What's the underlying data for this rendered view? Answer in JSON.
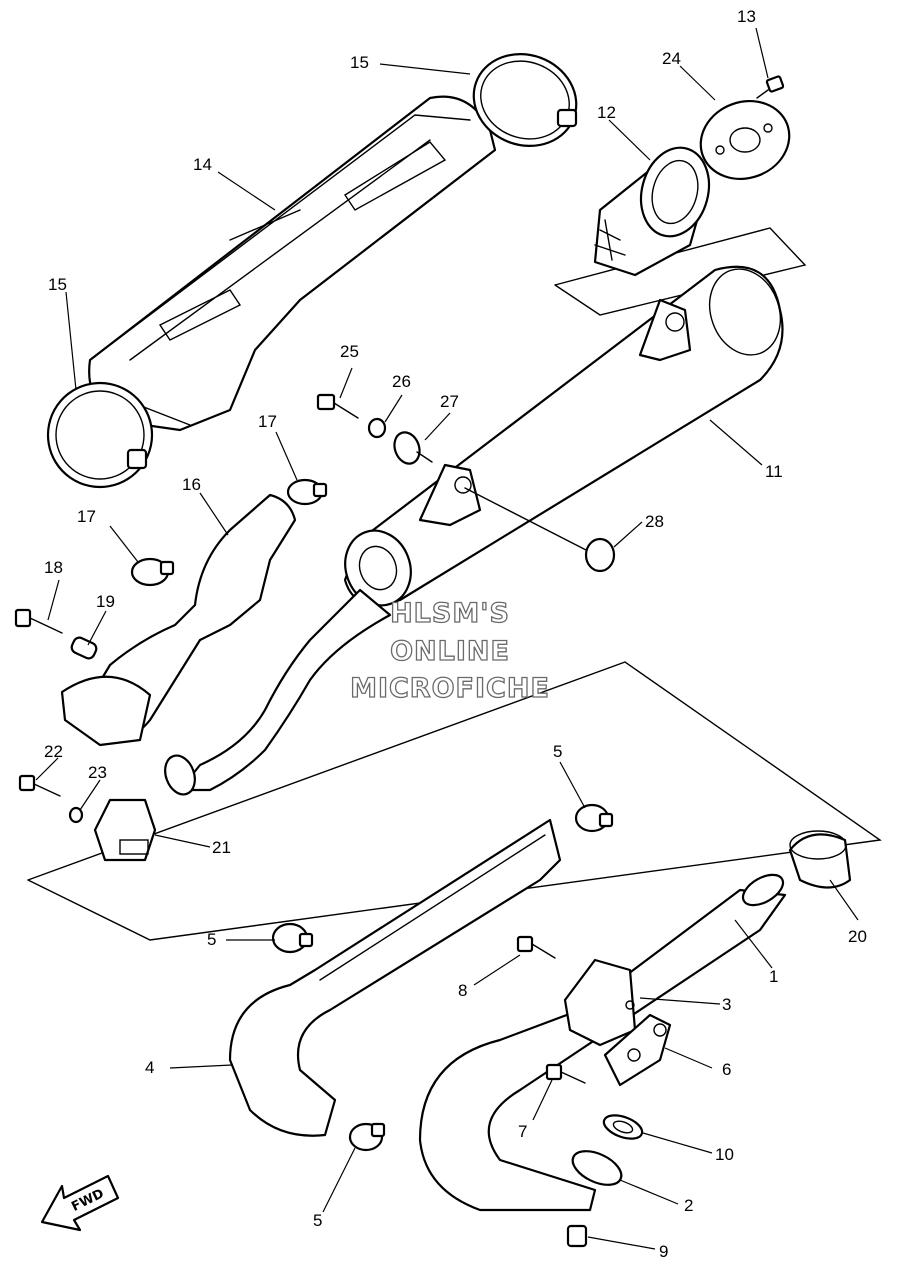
{
  "watermark": {
    "line1": "HLSM'S",
    "line2": "ONLINE",
    "line3": "MICROFICHE"
  },
  "direction_arrow": {
    "label": "FWD",
    "icon": "forward-arrow-icon"
  },
  "callouts": [
    {
      "id": "c1",
      "label": "1"
    },
    {
      "id": "c2",
      "label": "2"
    },
    {
      "id": "c3",
      "label": "3"
    },
    {
      "id": "c4",
      "label": "4"
    },
    {
      "id": "c5a",
      "label": "5"
    },
    {
      "id": "c5b",
      "label": "5"
    },
    {
      "id": "c5c",
      "label": "5"
    },
    {
      "id": "c6",
      "label": "6"
    },
    {
      "id": "c7",
      "label": "7"
    },
    {
      "id": "c8",
      "label": "8"
    },
    {
      "id": "c9",
      "label": "9"
    },
    {
      "id": "c10",
      "label": "10"
    },
    {
      "id": "c11",
      "label": "11"
    },
    {
      "id": "c12",
      "label": "12"
    },
    {
      "id": "c13",
      "label": "13"
    },
    {
      "id": "c14",
      "label": "14"
    },
    {
      "id": "c15a",
      "label": "15"
    },
    {
      "id": "c15b",
      "label": "15"
    },
    {
      "id": "c16",
      "label": "16"
    },
    {
      "id": "c17a",
      "label": "17"
    },
    {
      "id": "c17b",
      "label": "17"
    },
    {
      "id": "c18",
      "label": "18"
    },
    {
      "id": "c19",
      "label": "19"
    },
    {
      "id": "c20",
      "label": "20"
    },
    {
      "id": "c21",
      "label": "21"
    },
    {
      "id": "c22",
      "label": "22"
    },
    {
      "id": "c23",
      "label": "23"
    },
    {
      "id": "c24",
      "label": "24"
    },
    {
      "id": "c25",
      "label": "25"
    },
    {
      "id": "c26",
      "label": "26"
    },
    {
      "id": "c27",
      "label": "27"
    },
    {
      "id": "c28",
      "label": "28"
    }
  ]
}
